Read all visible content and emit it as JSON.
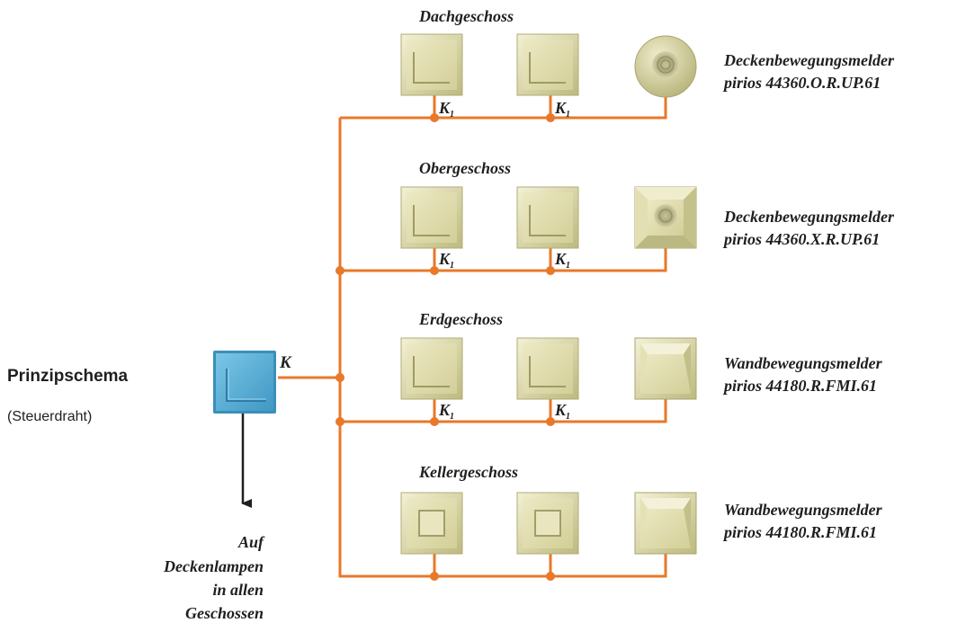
{
  "legend": {
    "title": "Prinzipschema",
    "subtitle": "(Steuerdraht)"
  },
  "main_switch": {
    "label": "K"
  },
  "output": {
    "lines": [
      "Auf",
      "Deckenlampen",
      "in allen",
      "Geschossen"
    ]
  },
  "floors": [
    {
      "name": "Dachgeschoss",
      "switch_label": "K",
      "switch_sub": "1",
      "detector_type": "ceiling-round",
      "detector_lines": [
        "Deckenbewegungsmelder",
        "pirios 44360.O.R.UP.61"
      ]
    },
    {
      "name": "Obergeschoss",
      "switch_label": "K",
      "switch_sub": "1",
      "detector_type": "ceiling-square",
      "detector_lines": [
        "Deckenbewegungsmelder",
        "pirios 44360.X.R.UP.61"
      ]
    },
    {
      "name": "Erdgeschoss",
      "switch_label": "K",
      "switch_sub": "1",
      "detector_type": "wall",
      "detector_lines": [
        "Wandbewegungsmelder",
        "pirios 44180.R.FMI.61"
      ]
    },
    {
      "name": "Kellergeschoss",
      "switch_label": "",
      "switch_sub": "",
      "detector_type": "wall",
      "detector_lines": [
        "Wandbewegungsmelder",
        "pirios 44180.R.FMI.61"
      ]
    }
  ],
  "colors": {
    "wire": "#e8782a",
    "device": "#e2deaa",
    "main_switch": "#5ab4dc",
    "arrow": "#1f1f1f"
  }
}
